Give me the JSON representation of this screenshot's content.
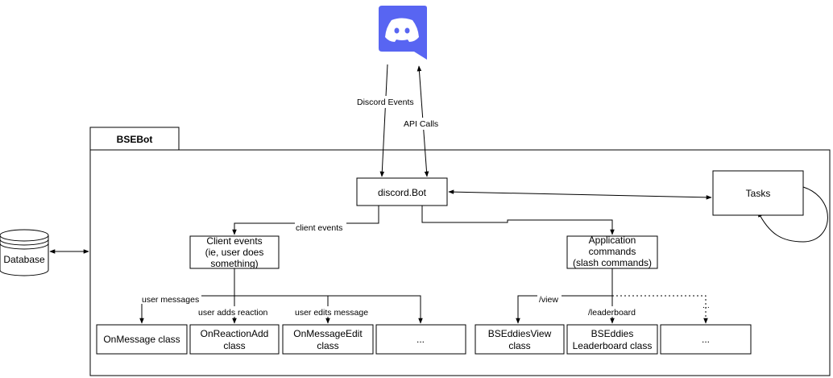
{
  "discord_logo": {
    "icon": "discord-logo-icon",
    "color": "#5865F2"
  },
  "container": {
    "title": "BSEBot"
  },
  "nodes": {
    "discord_bot": "discord.Bot",
    "tasks": "Tasks",
    "database": "Database",
    "client_events": [
      "Client events",
      "(ie, user does",
      "something)"
    ],
    "app_commands": [
      "Application",
      "commands",
      "(slash commands)"
    ],
    "on_message": "OnMessage class",
    "on_reaction_add": [
      "OnReactionAdd",
      "class"
    ],
    "on_message_edit": [
      "OnMessageEdit",
      "class"
    ],
    "client_more": "...",
    "bseeddies_view": [
      "BSEddiesView",
      "class"
    ],
    "bseeddies_leaderboard": [
      "BSEddies",
      "Leaderboard class"
    ],
    "app_more": "..."
  },
  "edges": {
    "discord_events": "Discord Events",
    "api_calls": "API Calls",
    "client_events": "client events",
    "user_messages": "user messages",
    "user_adds_reaction": "user adds reaction",
    "user_edits_message": "user edits message",
    "view": "/view",
    "leaderboard": "/leaderboard",
    "more": "..."
  }
}
